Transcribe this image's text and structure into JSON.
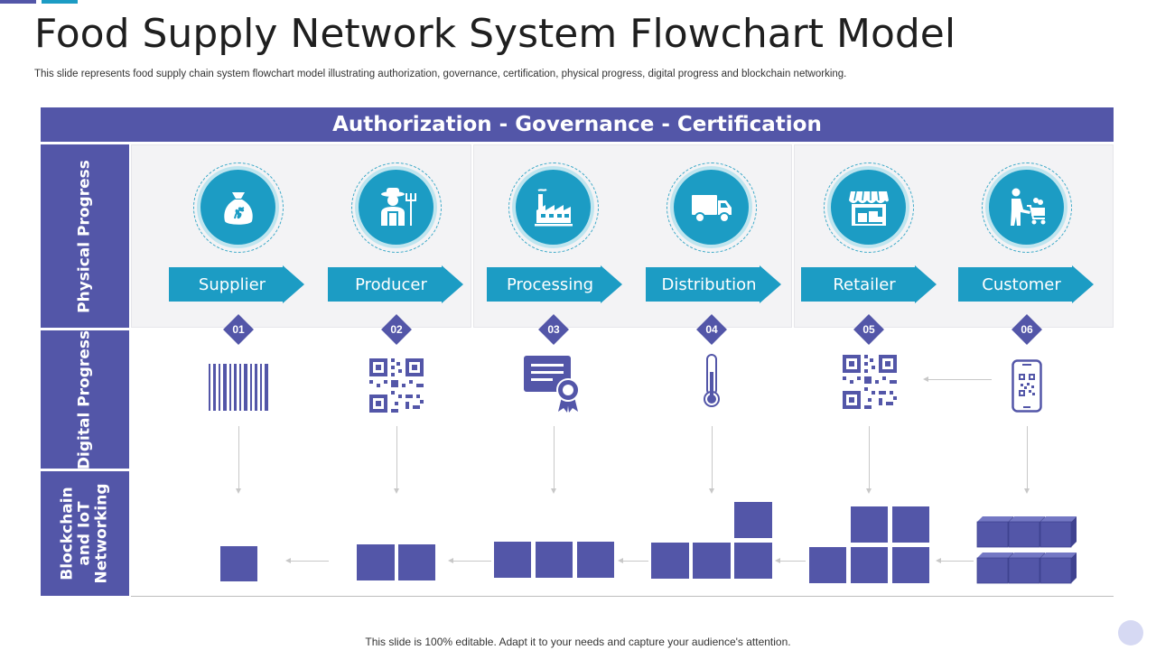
{
  "slide": {
    "title": "Food Supply Network System Flowchart Model",
    "subtitle": "This slide represents food supply chain system flowchart model illustrating authorization, governance, certification, physical progress, digital progress and blockchain networking.",
    "banner": "Authorization  -  Governance  -  Certification",
    "footer": "This slide is 100% editable. Adapt it to your needs and capture your audience's attention."
  },
  "rows": {
    "physical": "Physical Progress",
    "digital": "Digital Progress",
    "blockchain_line1": "Blockchain",
    "blockchain_line2": "and IoT",
    "blockchain_line3": "Networking"
  },
  "stages": [
    {
      "label": "Supplier",
      "number": "01",
      "icon": "grain-sack-icon",
      "digital_icon": "barcode-icon"
    },
    {
      "label": "Producer",
      "number": "02",
      "icon": "farmer-icon",
      "digital_icon": "qr-code-icon"
    },
    {
      "label": "Processing",
      "number": "03",
      "icon": "factory-icon",
      "digital_icon": "certificate-icon"
    },
    {
      "label": "Distribution",
      "number": "04",
      "icon": "delivery-truck-icon",
      "digital_icon": "thermometer-icon"
    },
    {
      "label": "Retailer",
      "number": "05",
      "icon": "store-icon",
      "digital_icon": "qr-code-icon"
    },
    {
      "label": "Customer",
      "number": "06",
      "icon": "shopper-cart-icon",
      "digital_icon": "smartphone-qr-icon"
    }
  ],
  "colors": {
    "primary": "#5356a8",
    "accent": "#1c9cc4",
    "panel": "#f3f3f5"
  }
}
